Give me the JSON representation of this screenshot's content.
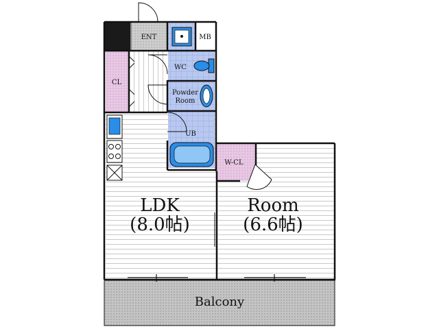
{
  "rooms": {
    "ent": "ENT",
    "mb": "MB",
    "cl": "CL",
    "wc": "WC",
    "powder_line1": "Powder",
    "powder_line2": "Room",
    "ub": "UB",
    "wcl": "W-CL",
    "ldk_name": "LDK",
    "ldk_size": "(8.0帖)",
    "room_name": "Room",
    "room_size": "(6.6帖)",
    "balcony": "Balcony"
  },
  "colors": {
    "closet_fill": "#e8c8e4",
    "entry_fill": "#d0d0d0",
    "wet_tile": "#b8c8f0",
    "fixture_blue": "#2a8de8",
    "wall": "#111111",
    "floor_line": "#cfcfcf",
    "balcony_fill": "#c4c4c4"
  }
}
